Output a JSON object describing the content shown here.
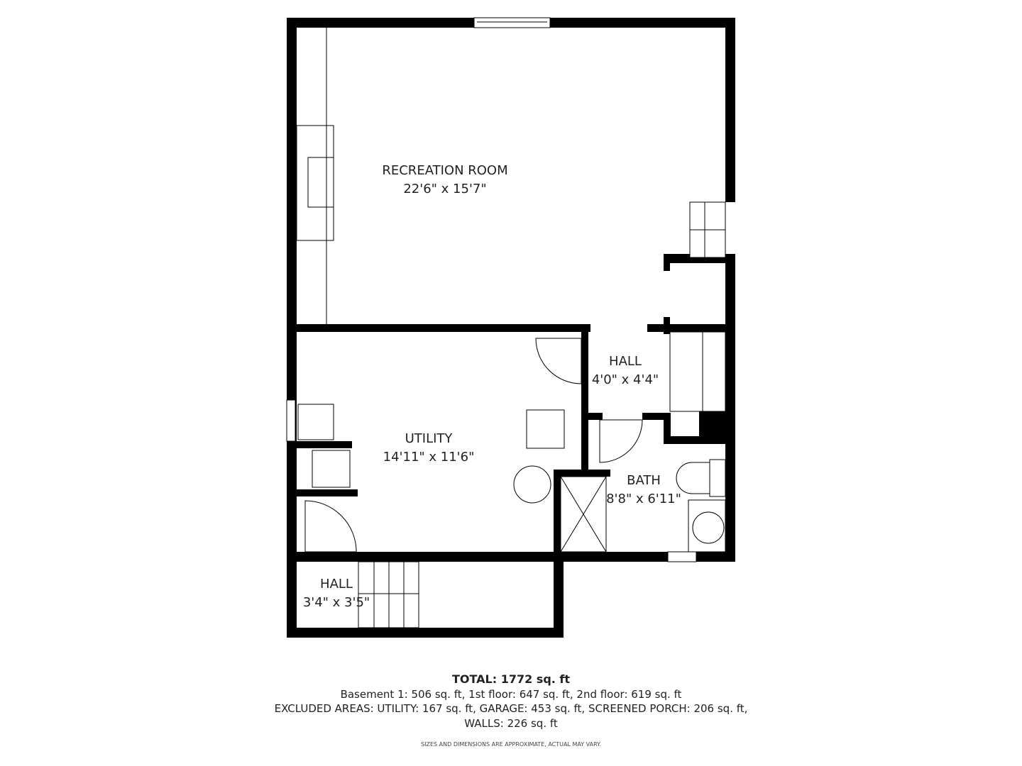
{
  "rooms": [
    {
      "name": "RECREATION ROOM",
      "dims": "22'6\" x 15'7\""
    },
    {
      "name": "UTILITY",
      "dims": "14'11\" x 11'6\""
    },
    {
      "name": "HALL",
      "dims": "4'0\" x 4'4\""
    },
    {
      "name": "BATH",
      "dims": "8'8\" x 6'11\""
    },
    {
      "name": "HALL",
      "dims": "3'4\" x 3'5\""
    }
  ],
  "summary": {
    "total": "TOTAL: 1772 sq. ft",
    "floors": "Basement 1: 506 sq. ft, 1st floor: 647 sq. ft, 2nd floor: 619 sq. ft",
    "excluded": "EXCLUDED AREAS: UTILITY: 167 sq. ft, GARAGE: 453 sq. ft, SCREENED PORCH: 206 sq. ft,",
    "walls": "WALLS: 226 sq. ft",
    "disclaimer": "SIZES AND DIMENSIONS ARE APPROXIMATE, ACTUAL MAY VARY."
  }
}
